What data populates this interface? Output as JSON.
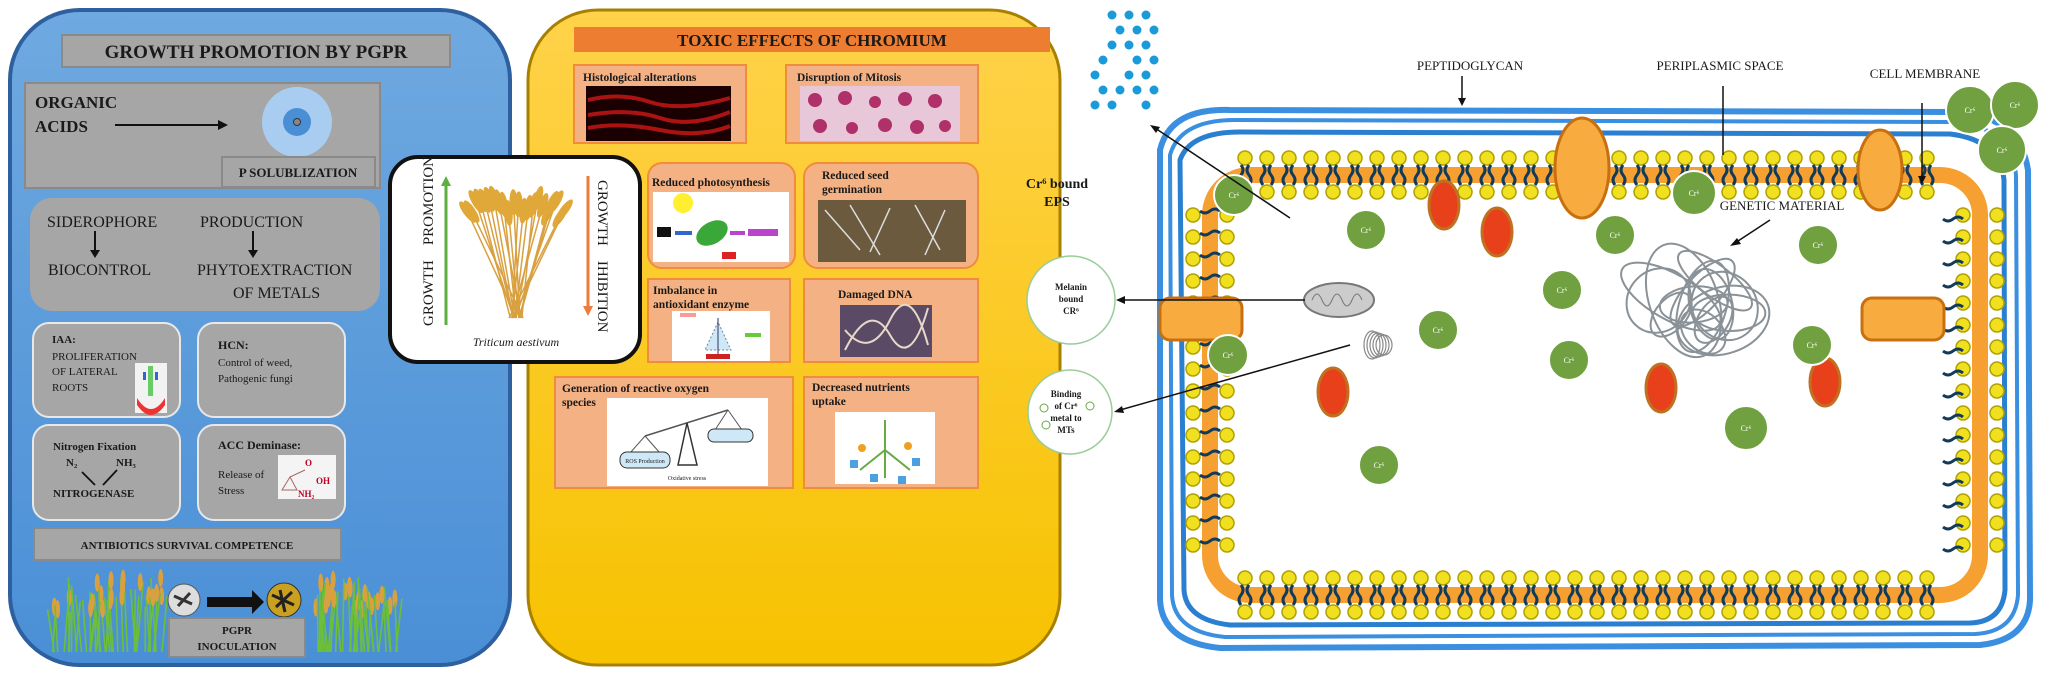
{
  "left_panel": {
    "title": "GROWTH PROMOTION BY PGPR",
    "organic_line1": "ORGANIC",
    "organic_line2": "ACIDS",
    "p_solubilization": "P SOLUBLIZATION",
    "siderophore": "SIDEROPHORE",
    "production": "PRODUCTION",
    "biocontrol": "BIOCONTROL",
    "phytoextraction": "PHYTOEXTRACTION",
    "of_metals": "OF METALS",
    "iaa_title": "IAA:",
    "iaa_line1": "PROLIFERATION",
    "iaa_line2": "OF LATERAL",
    "iaa_line3": "ROOTS",
    "hcn_title": "HCN:",
    "hcn_line1": "Control of weed,",
    "hcn_line2": "Pathogenic fungi",
    "nitrogen_title": "Nitrogen Fixation",
    "n2": "N₂",
    "nh3": "NH₃",
    "nitrogenase": "NITROGENASE",
    "acc_title": "ACC Deminase:",
    "acc_line1": "Release of",
    "acc_line2": "Stress",
    "acc_o": "O",
    "acc_oh": "OH",
    "acc_nh2": "NH₂",
    "antibiotics": "ANTIBIOTICS SURVIVAL COMPETENCE",
    "pgpr_line1": "PGPR",
    "pgpr_line2": "INOCULATION"
  },
  "center_box": {
    "promotion_label": "GROWTH    PROMOTION",
    "inhibition_label": "GROWTH    IHIBITION",
    "species": "Triticum aestivum"
  },
  "toxic_panel": {
    "title": "TOXIC EFFECTS OF CHROMIUM",
    "tiles": [
      {
        "line1": "Histological alterations",
        "line2": ""
      },
      {
        "line1": "Disruption of Mitosis",
        "line2": ""
      },
      {
        "line1": "Reduced photosynthesis",
        "line2": ""
      },
      {
        "line1": "Reduced seed",
        "line2": "germination"
      },
      {
        "line1": "Imbalance in",
        "line2": "antioxidant enzyme"
      },
      {
        "line1": "Damaged DNA",
        "line2": ""
      },
      {
        "line1": "Generation of reactive oxygen",
        "line2": "species"
      },
      {
        "line1": "Decreased nutrients",
        "line2": "uptake"
      }
    ],
    "ros_production": "ROS Production",
    "oxidative_stress": "Oxidative stress"
  },
  "cell": {
    "peptidoglycan": "PEPTIDOGLYCAN",
    "periplasmic_space": "PERIPLASMIC SPACE",
    "cell_membrane": "CELL MEMBRANE",
    "genetic_material": "GENETIC MATERIAL",
    "eps_line1": "Cr⁶ bound",
    "eps_line2": "EPS",
    "melanin_line1": "Melanin",
    "melanin_line2": "bound",
    "melanin_line3": "CR⁶",
    "binding_line1": "Binding",
    "binding_line2": "of Cr⁶",
    "binding_line3": "metal to",
    "binding_line4": "MTs",
    "cr_label": "Cr⁶"
  },
  "colors": {
    "blue_panel": "#5b9bd5",
    "yellow_panel": "#ffc000",
    "orange_title": "#ed7d31",
    "tile": "#f4b183",
    "cr_green": "#70a040",
    "membrane_orange": "#f5a030"
  }
}
